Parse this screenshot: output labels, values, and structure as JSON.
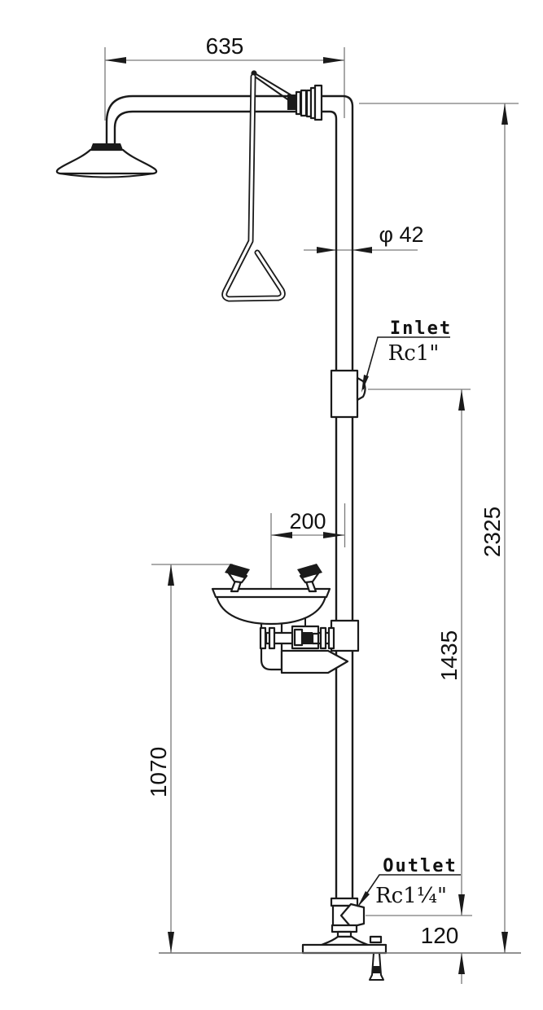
{
  "drawing": {
    "type": "technical-dimension-drawing",
    "subject": "combination emergency shower and eyewash station",
    "colors": {
      "object_line": "#1a1a1a",
      "dimension_line": "#7a7a7a",
      "background": "#ffffff"
    },
    "dimensions": {
      "arm_width": "635",
      "pipe_diameter": "φ 42",
      "overall_height": "2325",
      "inlet_to_outlet": "1435",
      "bowl_offset": "200",
      "eyewash_height": "1070",
      "outlet_to_ground": "120"
    },
    "labels": {
      "inlet_title": "Inlet",
      "inlet_spec": "Rc1\"",
      "outlet_title": "Outlet",
      "outlet_spec": "Rc1¼\""
    }
  }
}
